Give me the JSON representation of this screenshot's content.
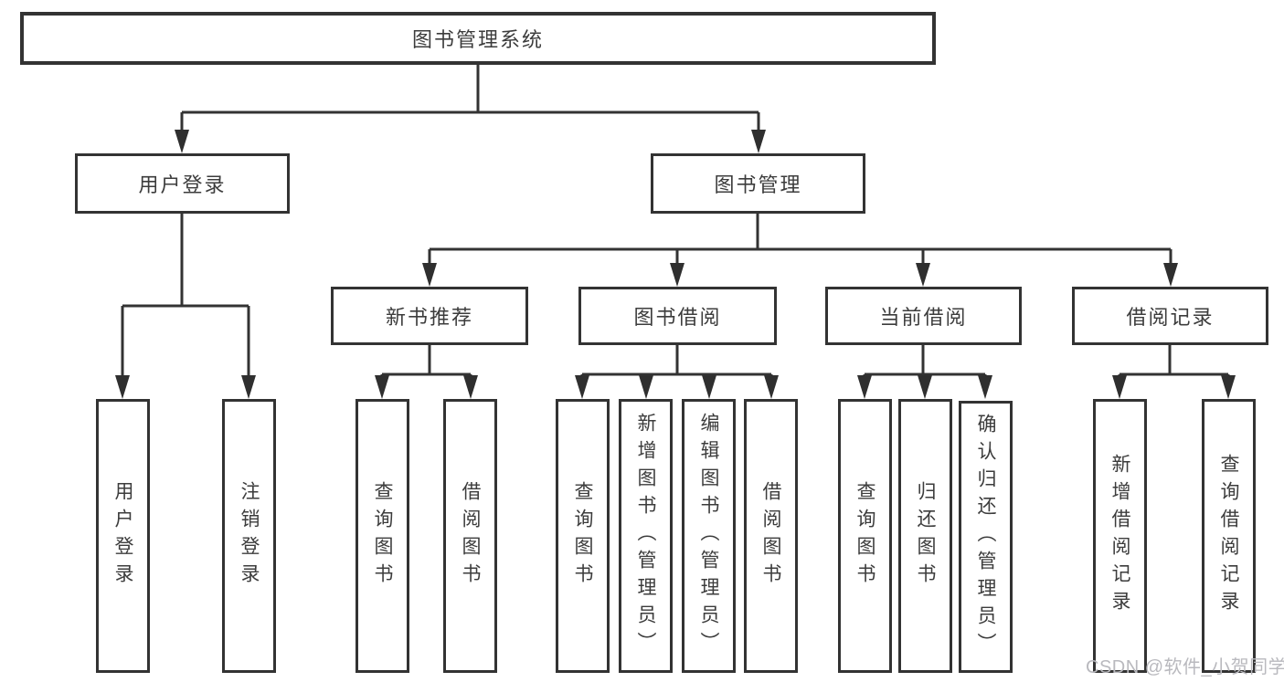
{
  "tree": {
    "root": "图书管理系统",
    "branches": [
      {
        "label": "用户登录",
        "children": [
          "用户登录",
          "注销登录"
        ]
      },
      {
        "label": "图书管理",
        "groups": [
          {
            "label": "新书推荐",
            "children": [
              "查询图书",
              "借阅图书"
            ]
          },
          {
            "label": "图书借阅",
            "children": [
              "查询图书",
              "新增图书（管理员）",
              "编辑图书（管理员）",
              "借阅图书"
            ]
          },
          {
            "label": "当前借阅",
            "children": [
              "查询图书",
              "归还图书",
              "确认归还（管理员）"
            ]
          },
          {
            "label": "借阅记录",
            "children": [
              "新增借阅记录",
              "查询借阅记录"
            ]
          }
        ]
      }
    ]
  },
  "watermark": {
    "text": "CSDN @软件_小贺同学"
  },
  "colors": {
    "line": "#333333",
    "box_border": "#333333",
    "text": "#3c3c3c",
    "background": "#ffffff",
    "watermark": "#b9b9be"
  }
}
